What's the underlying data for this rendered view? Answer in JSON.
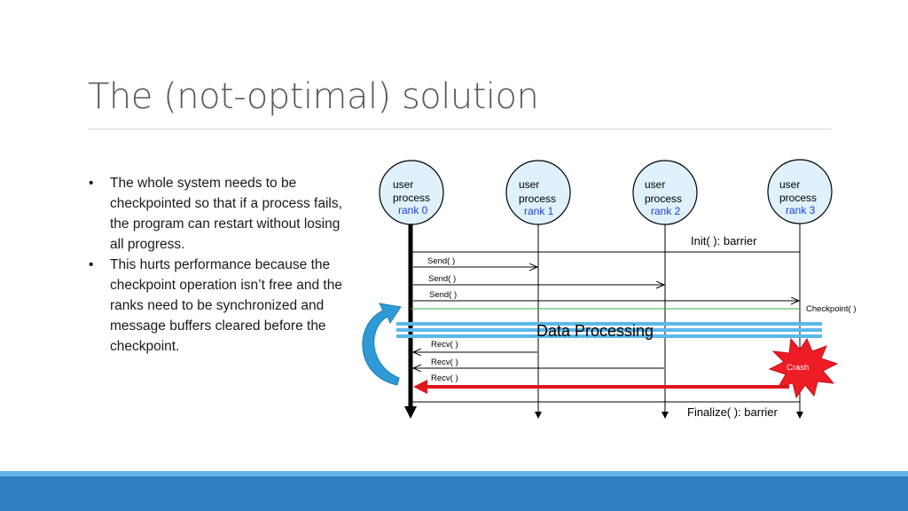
{
  "slide": {
    "title": "The (not-optimal) solution",
    "bullets": [
      "The whole system needs to be checkpointed so that if a process fails, the program can restart without losing all progress.",
      "This hurts performance because the checkpoint operation isn’t free and the ranks need to be synchronized and message buffers cleared before the checkpoint."
    ]
  },
  "diagram": {
    "processes": [
      {
        "line1": "user",
        "line2": "process",
        "rank": "rank 0"
      },
      {
        "line1": "user",
        "line2": "process",
        "rank": "rank 1"
      },
      {
        "line1": "user",
        "line2": "process",
        "rank": "rank 2"
      },
      {
        "line1": "user",
        "line2": "process",
        "rank": "rank 3"
      }
    ],
    "init_label": "Init( ): barrier",
    "send_labels": [
      "Send( )",
      "Send( )",
      "Send( )"
    ],
    "checkpoint_label": "Checkpoint( )",
    "data_processing_label": "Data Processing",
    "recv_labels": [
      "Recv( )",
      "Recv( )",
      "Recv( )"
    ],
    "crash_label": "Crash",
    "finalize_label": "Finalize( ): barrier"
  },
  "colors": {
    "process_fill": "#dff1fb",
    "rank_text": "#1f3fd6",
    "data_band": "#5bb8e8",
    "checkpoint_line": "#3aa84a",
    "crash_fill": "#ee1c24",
    "restart_arrow": "#e0161b",
    "loop_arrow": "#2f9ad6",
    "bottom_band": "#2e7ec3"
  }
}
